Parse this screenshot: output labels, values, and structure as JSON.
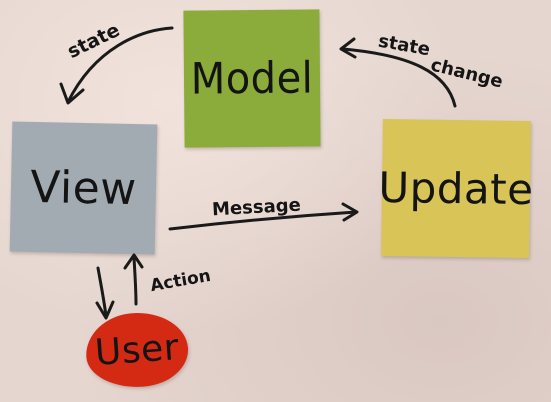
{
  "nodes": {
    "model": "Model",
    "view": "View",
    "update": "Update",
    "user": "User"
  },
  "edges": {
    "state": "state",
    "state_change_line1": "state",
    "state_change_line2": "change",
    "message": "Message",
    "action": "Action"
  },
  "colors": {
    "model": "#8bac3a",
    "view": "#a3abb2",
    "update": "#d9c457",
    "user": "#d42a14",
    "ink": "#1a1a1a",
    "wall": "#e6d6d0"
  }
}
